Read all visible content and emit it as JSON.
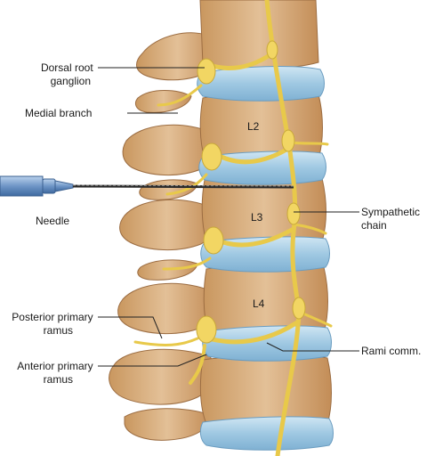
{
  "labels": {
    "dorsal_root_ganglion": [
      "Dorsal root",
      "ganglion"
    ],
    "medial_branch": "Medial branch",
    "needle": "Needle",
    "posterior_primary_ramus": [
      "Posterior primary",
      "ramus"
    ],
    "anterior_primary_ramus": [
      "Anterior primary",
      "ramus"
    ],
    "sympathetic_chain": [
      "Sympathetic",
      "chain"
    ],
    "rami_comm": "Rami comm."
  },
  "vertebrae": [
    "L2",
    "L3",
    "L4"
  ],
  "colors": {
    "bone": "#d9b48a",
    "bone_shadow": "#b8875a",
    "disc": "#a9cfe6",
    "nerve": "#f0d35a",
    "needle_hub": "#5f86b8"
  }
}
